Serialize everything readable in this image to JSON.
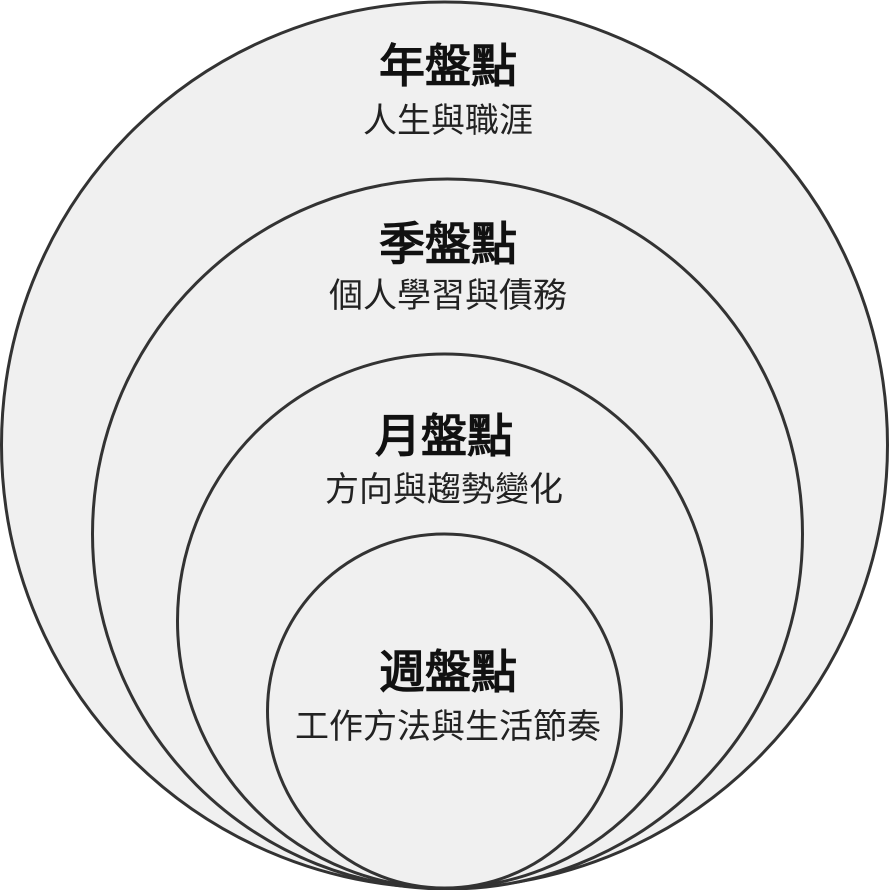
{
  "rings": [
    {
      "title": "年盤點",
      "subtitle": "人生與職涯"
    },
    {
      "title": "季盤點",
      "subtitle": "個人學習與債務"
    },
    {
      "title": "月盤點",
      "subtitle": "方向與趨勢變化"
    },
    {
      "title": "週盤點",
      "subtitle": "工作方法與生活節奏"
    }
  ],
  "colors": {
    "fill": "#f0f0f0",
    "stroke": "#333333",
    "text": "#111111"
  }
}
